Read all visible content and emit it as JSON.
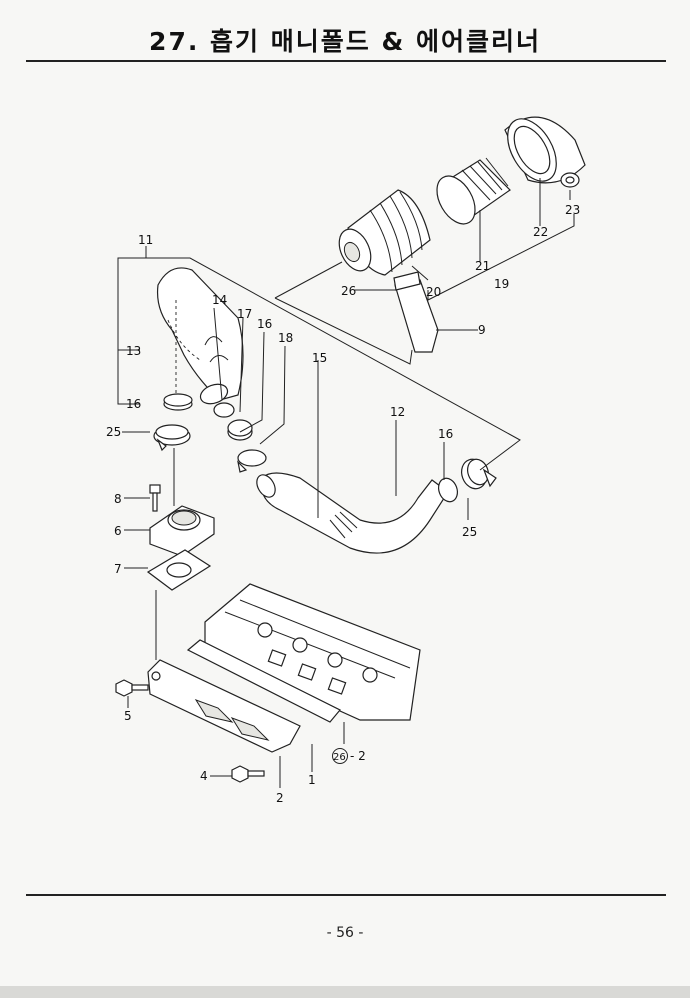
{
  "title": "27. 흡기 매니폴드 & 에어클리너",
  "page_number": "- 56 -",
  "part_labels": {
    "p1": "1",
    "p2": "2",
    "p4": "4",
    "p5": "5",
    "p6": "6",
    "p7": "7",
    "p8": "8",
    "p9": "9",
    "p11": "11",
    "p12": "12",
    "p13": "13",
    "p14": "14",
    "p15": "15",
    "p16a": "16",
    "p16b": "16",
    "p16c": "16",
    "p17": "17",
    "p18": "18",
    "p19": "19",
    "p20": "20",
    "p21": "21",
    "p22": "22",
    "p23": "23",
    "p25a": "25",
    "p25b": "25",
    "p26": "26",
    "p26c": "26",
    "p26suffix": "- 2"
  }
}
